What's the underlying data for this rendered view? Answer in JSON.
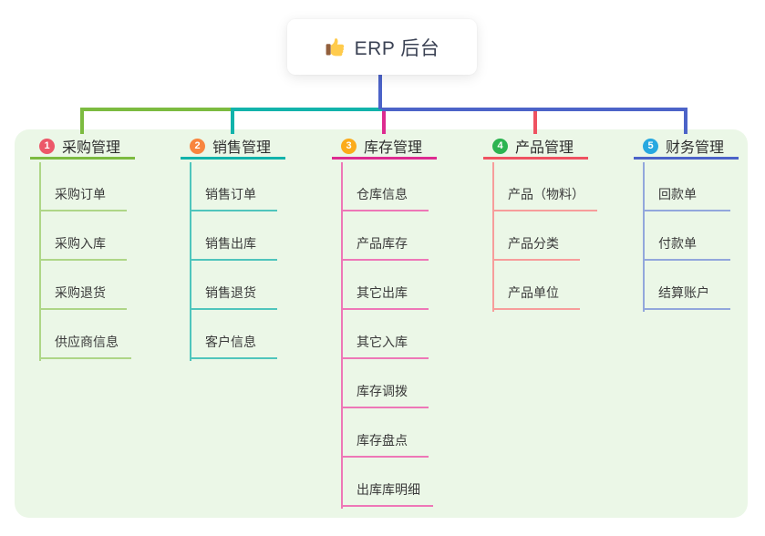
{
  "root": {
    "title": "ERP 后台",
    "icon": "thumbs-up"
  },
  "branches": [
    {
      "badge": "1",
      "label": "采购管理",
      "badge_color": "#ec5869",
      "line_color": "#7cbb40",
      "child_line_color": "#aed687",
      "children": [
        "采购订单",
        "采购入库",
        "采购退货",
        "供应商信息"
      ]
    },
    {
      "badge": "2",
      "label": "销售管理",
      "badge_color": "#f8853e",
      "line_color": "#12b3ab",
      "child_line_color": "#4fc5bc",
      "children": [
        "销售订单",
        "销售出库",
        "销售退货",
        "客户信息"
      ]
    },
    {
      "badge": "3",
      "label": "库存管理",
      "badge_color": "#fbab1b",
      "line_color": "#dd2b90",
      "child_line_color": "#ee77b7",
      "children": [
        "仓库信息",
        "产品库存",
        "其它出库",
        "其它入库",
        "库存调拨",
        "库存盘点",
        "出库库明细"
      ]
    },
    {
      "badge": "4",
      "label": "产品管理",
      "badge_color": "#2cb451",
      "line_color": "#ef5261",
      "child_line_color": "#f79d9b",
      "children": [
        "产品（物料）",
        "产品分类",
        "产品单位"
      ]
    },
    {
      "badge": "5",
      "label": "财务管理",
      "badge_color": "#27a8e0",
      "line_color": "#4c63c8",
      "child_line_color": "#92a7dc",
      "children": [
        "回款单",
        "付款单",
        "结算账户"
      ]
    }
  ],
  "theme": {
    "canvas_bg": "#ffffff",
    "panel_bg": "#ebf7e7",
    "root_card_bg": "#ffffff",
    "root_line_color": "#4c63c8",
    "root_text_color": "#3b4254",
    "header_text_color": "#2e2e2e",
    "child_text_color": "#3a3a3a",
    "thumb_hand_color": "#ffcb4c",
    "thumb_cuff_color": "#925f3c"
  }
}
